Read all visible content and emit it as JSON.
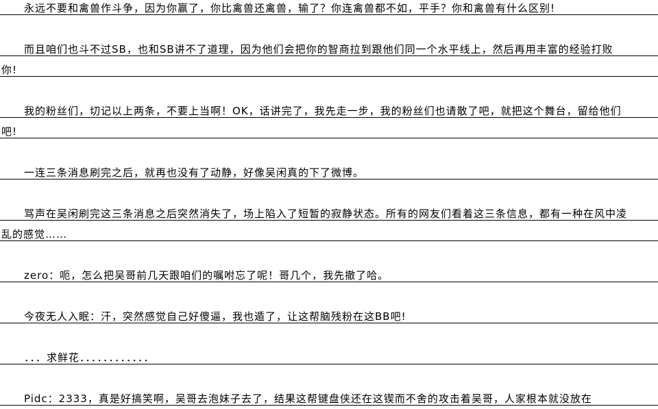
{
  "document": {
    "lines": [
      "永远不要和禽兽作斗争，因为你赢了，你比禽兽还禽兽，输了？你连禽兽都不如，平手？你和禽兽有什么区别!",
      "而且咱们也斗不过SB，也和SB讲不了道理，因为他们会把你的智商拉到跟他们同一个水平线上，然后再用丰富的经验打败",
      "你!",
      "我的粉丝们，切记以上两条，不要上当啊！OK，话讲完了，我先走一步，我的粉丝们也请散了吧，就把这个舞台，留给他们",
      "吧!",
      "一连三条消息刷完之后，就再也没有了动静，好像吴闲真的下了微博。",
      "骂声在吴闲刷完这三条消息之后突然消失了，场上陷入了短暂的寂静状态。所有的网友们看着这三条信息，都有一种在风中凌",
      "乱的感觉……",
      "zero：呃，怎么把吴哥前几天跟咱们的嘱咐忘了呢！哥几个，我先撤了哈。",
      "今夜无人入眠：汗，突然感觉自己好傻逼，我也遁了，让这帮脑残粉在这BB吧!",
      "．．．求鲜花．．．．．．．．．．．．",
      "Pidc：2333，真是好搞笑啊，吴哥去泡妹子去了，结果这帮键盘侠还在这锲而不舍的攻击着吴哥，人家根本就没放在"
    ]
  }
}
